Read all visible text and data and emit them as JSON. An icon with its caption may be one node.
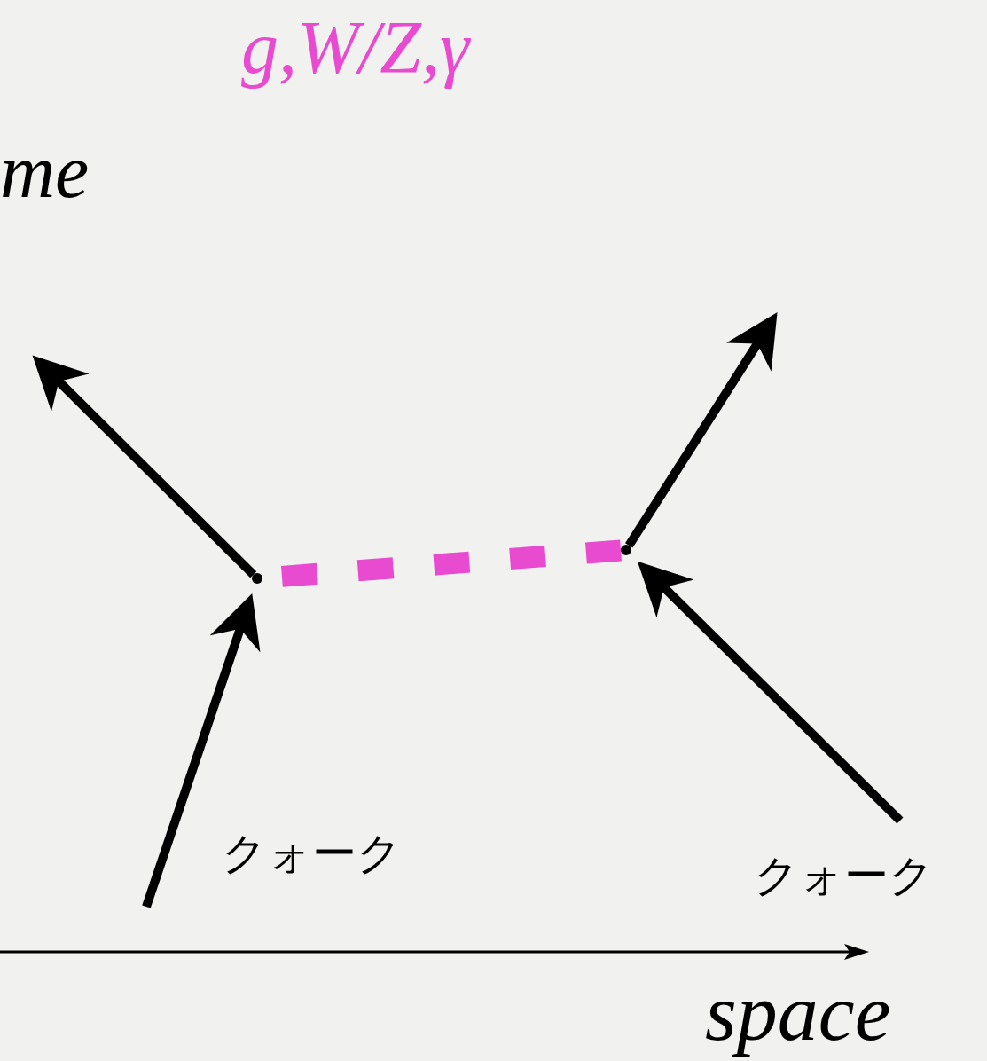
{
  "diagram": {
    "nodes": [
      {
        "text": [],
        "shape": "dot"
      },
      {
        "text": [],
        "shape": "dot"
      }
    ],
    "edges": [
      {
        "from": null,
        "to": 0,
        "arrow": "to"
      },
      {
        "from": 0,
        "to": null,
        "arrow": "to"
      },
      {
        "from": null,
        "to": 1,
        "arrow": "to"
      },
      {
        "from": 1,
        "to": null,
        "arrow": "to"
      },
      {
        "from": 0,
        "to": 1,
        "arrow": "none",
        "style": "dashed",
        "color": "#e84bd0"
      }
    ],
    "labels": [
      "g,W/Z,γ",
      "me",
      "クォーク",
      "クォーク",
      "space"
    ]
  }
}
